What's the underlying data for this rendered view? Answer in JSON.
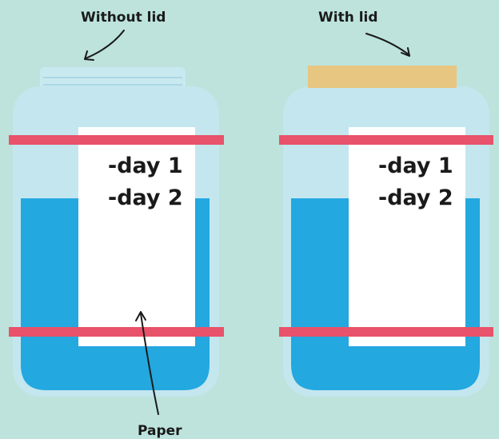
{
  "labels": {
    "without_lid": "Without lid",
    "with_lid": "With lid",
    "paper": "Paper"
  },
  "jars": [
    {
      "lid": false,
      "notes": [
        "-day 1",
        "-day 2"
      ]
    },
    {
      "lid": true,
      "notes": [
        "-day 1",
        "-day 2"
      ]
    }
  ],
  "colors": {
    "background": "#bde3dc",
    "jar_glass": "#c4e6ee",
    "jar_neck": "#c9e9f0",
    "water": "#23a8e0",
    "rubber_band": "#e8526a",
    "paper": "#ffffff",
    "lid": "#e6c680",
    "ink": "#1a1a1a"
  }
}
